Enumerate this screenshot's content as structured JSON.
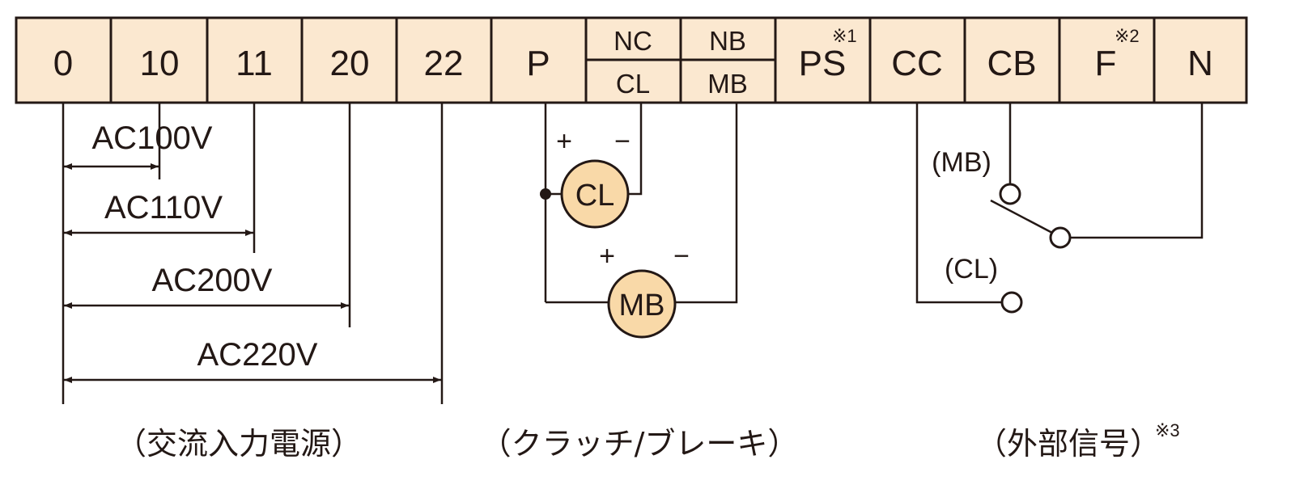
{
  "colors": {
    "terminal_fill": "#fbe8d0",
    "coil_fill": "#f9d9a8",
    "stroke": "#231815",
    "background": "#ffffff"
  },
  "terminals": {
    "t0": "0",
    "t10": "10",
    "t11": "11",
    "t20": "20",
    "t22": "22",
    "tP": "P",
    "tNC": "NC",
    "tCL": "CL",
    "tNB": "NB",
    "tMB": "MB",
    "tPS": "PS",
    "tPS_note": "※1",
    "tCC": "CC",
    "tCB": "CB",
    "tF": "F",
    "tF_note": "※2",
    "tN": "N"
  },
  "voltages": {
    "v100": "AC100V",
    "v110": "AC110V",
    "v200": "AC200V",
    "v220": "AC220V"
  },
  "coils": {
    "cl": "CL",
    "mb": "MB",
    "plus": "+",
    "minus": "−"
  },
  "signals": {
    "mb": "(MB)",
    "cl": "(CL)"
  },
  "footer": {
    "power": "（交流入力電源）",
    "clutch": "（クラッチ/ブレーキ）",
    "external": "（外部信号）",
    "external_note": "※3"
  }
}
